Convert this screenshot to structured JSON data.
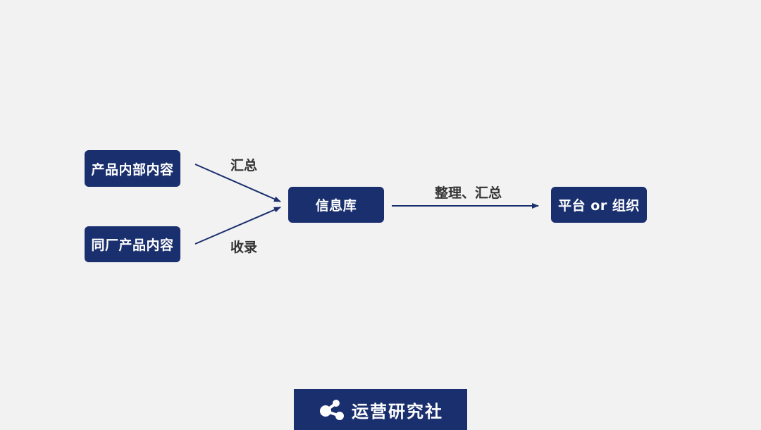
{
  "diagram": {
    "nodes": {
      "internal_content": "产品内部内容",
      "competitor_content": "同厂产品内容",
      "info_library": "信息库",
      "platform_or_org": "平台 or 组织"
    },
    "edge_labels": {
      "summarize": "汇总",
      "collect": "收录",
      "organize_summarize": "整理、汇总"
    }
  },
  "footer": {
    "brand_name": "运营研究社"
  },
  "colors": {
    "background": "#f2f2f2",
    "node_fill": "#1a2f6e",
    "node_text": "#ffffff",
    "edge_stroke": "#1a2f6e",
    "label_text": "#333333"
  }
}
